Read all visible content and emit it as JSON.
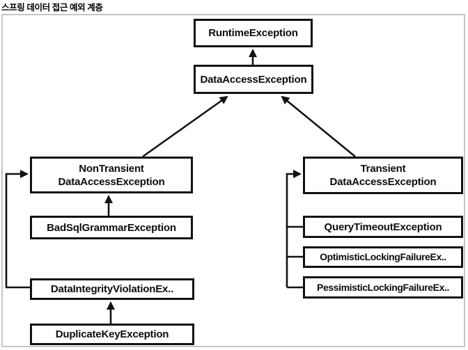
{
  "title": "스프링 데이터 접근 예외 계층",
  "colors": {
    "box_border": "#121212",
    "frame_border": "#c6c6c6",
    "background": "#ffffff",
    "text": "#0d0d0d"
  },
  "diagram": {
    "nodes": {
      "runtime": {
        "label": "RuntimeException"
      },
      "data_access": {
        "label": "DataAccessException"
      },
      "non_transient": {
        "line1": "NonTransient",
        "line2": "DataAccessException"
      },
      "transient": {
        "line1": "Transient",
        "line2": "DataAccessException"
      },
      "bad_sql": {
        "label": "BadSqlGrammarException"
      },
      "query_timeout": {
        "label": "QueryTimeoutException"
      },
      "optimistic": {
        "label": "OptimisticLockingFailureEx.."
      },
      "pessimistic": {
        "label": "PessimisticLockingFailureEx.."
      },
      "data_integrity": {
        "label": "DataIntegrityViolationEx.."
      },
      "duplicate_key": {
        "label": "DuplicateKeyException"
      }
    },
    "edges": [
      {
        "from": "DataAccessException",
        "to": "RuntimeException"
      },
      {
        "from": "NonTransientDataAccessException",
        "to": "DataAccessException"
      },
      {
        "from": "TransientDataAccessException",
        "to": "DataAccessException"
      },
      {
        "from": "BadSqlGrammarException",
        "to": "NonTransientDataAccessException"
      },
      {
        "from": "DataIntegrityViolationEx..",
        "to": "NonTransientDataAccessException"
      },
      {
        "from": "DuplicateKeyException",
        "to": "DataIntegrityViolationEx.."
      },
      {
        "from": "QueryTimeoutException",
        "to": "TransientDataAccessException"
      },
      {
        "from": "OptimisticLockingFailureEx..",
        "to": "TransientDataAccessException"
      },
      {
        "from": "PessimisticLockingFailureEx..",
        "to": "TransientDataAccessException"
      }
    ]
  }
}
